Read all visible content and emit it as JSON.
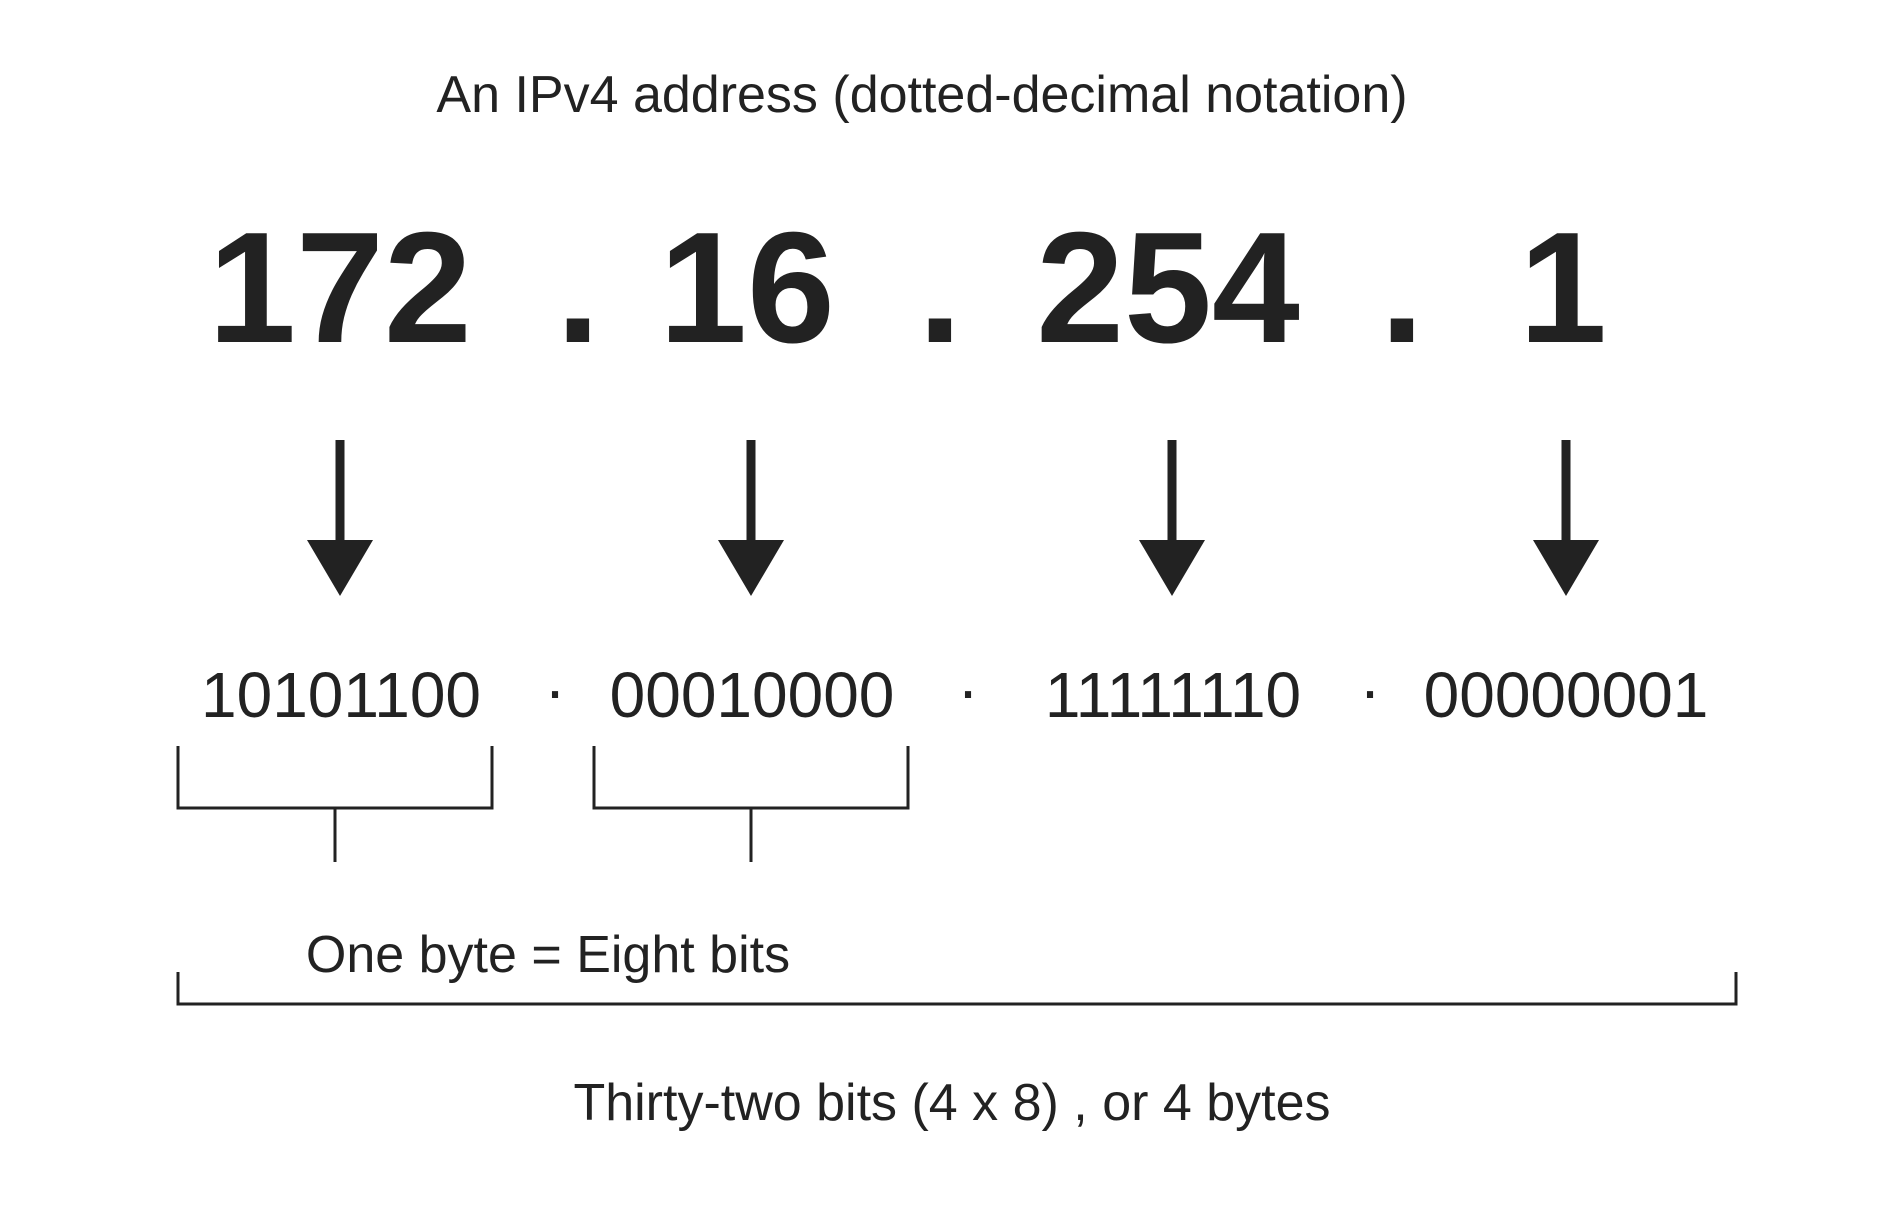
{
  "title": "An IPv4 address (dotted-decimal notation)",
  "octets": [
    "172",
    "16",
    "254",
    "1"
  ],
  "dot_separator": ".",
  "binary": [
    "10101100",
    "00010000",
    "11111110",
    "00000001"
  ],
  "binary_separator": "·",
  "byte_caption": "One byte = Eight bits",
  "total_caption": "Thirty-two bits (4 x 8) , or 4 bytes",
  "colors": {
    "ink": "#222222",
    "background": "#ffffff"
  }
}
